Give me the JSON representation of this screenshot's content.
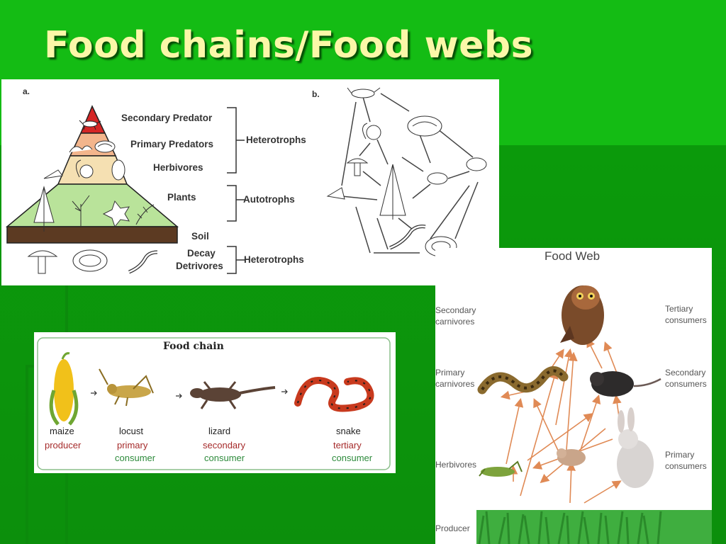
{
  "slide": {
    "title": "Food chains/Food webs"
  },
  "pyramid": {
    "panel_a_label": "a.",
    "panel_b_label": "b.",
    "levels": {
      "secondary_predator": "Secondary Predator",
      "primary_predators": "Primary Predators",
      "herbivores": "Herbivores",
      "plants": "Plants",
      "soil": "Soil",
      "decay": "Decay",
      "detrivores": "Detrivores"
    },
    "groups": {
      "heterotrophs_top": "Heterotrophs",
      "autotrophs": "Autotrophs",
      "heterotrophs_bottom": "Heterotrophs"
    }
  },
  "food_chain": {
    "title": "Food chain",
    "organisms": [
      {
        "name": "maize",
        "role": "producer",
        "role2": ""
      },
      {
        "name": "locust",
        "role": "primary",
        "role2": "consumer"
      },
      {
        "name": "lizard",
        "role": "secondary",
        "role2": "consumer"
      },
      {
        "name": "snake",
        "role": "tertiary",
        "role2": "consumer"
      }
    ]
  },
  "food_web": {
    "title": "Food Web",
    "left_labels": {
      "secondary_carnivores_1": "Secondary",
      "secondary_carnivores_2": "carnivores",
      "primary_carnivores_1": "Primary",
      "primary_carnivores_2": "carnivores",
      "herbivores": "Herbivores",
      "producer": "Producer"
    },
    "right_labels": {
      "tertiary_1": "Tertiary",
      "tertiary_2": "consumers",
      "secondary_1": "Secondary",
      "secondary_2": "consumers",
      "primary_1": "Primary",
      "primary_2": "consumers"
    }
  },
  "colors": {
    "slide_green": "#0aa20a",
    "title_yellow": "#fbf7a8",
    "producer_red": "#a52a2a",
    "consumer_green": "#2e8b3c",
    "arrow_orange": "#e08a55"
  }
}
